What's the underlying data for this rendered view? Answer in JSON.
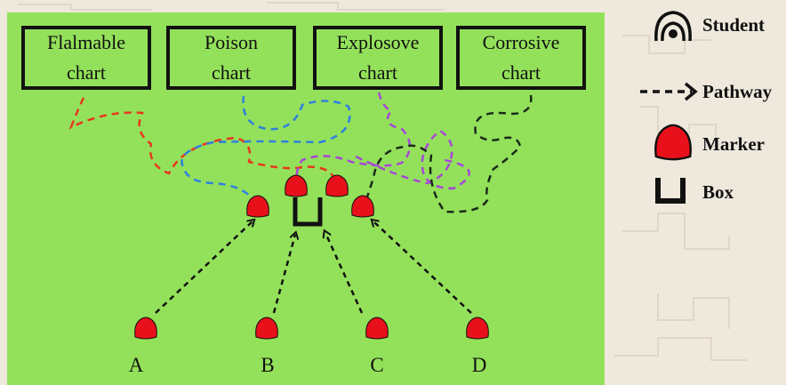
{
  "charts": [
    {
      "label": "Flalmable\nchart",
      "path_color": "#e8361c"
    },
    {
      "label": "Poison\nchart",
      "path_color": "#2f7fe0"
    },
    {
      "label": "Explosove\nchart",
      "path_color": "#a646d6"
    },
    {
      "label": "Corrosive\nchart",
      "path_color": "#1a2a1a"
    }
  ],
  "stations": [
    "A",
    "B",
    "C",
    "D"
  ],
  "legend": {
    "student": "Student",
    "pathway": "Pathway",
    "marker": "Marker",
    "box": "Box"
  },
  "colors": {
    "field": "#93e15a",
    "marker": "#e8101a",
    "background": "#efe8dc"
  }
}
